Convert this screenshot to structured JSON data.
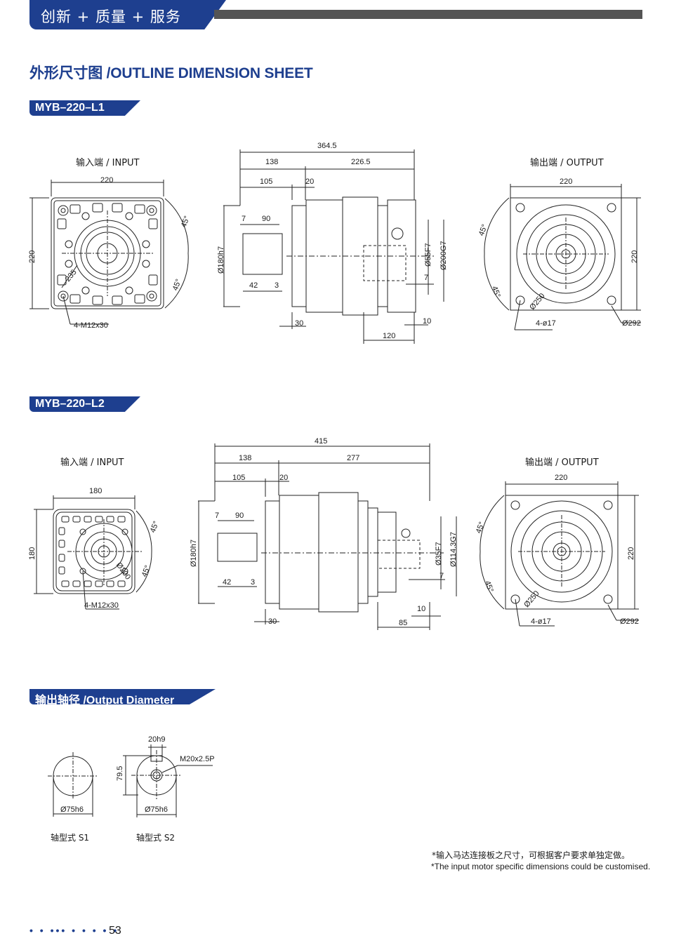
{
  "header": {
    "title": "创新 + 质量 + 服务"
  },
  "page_title": "外形尺寸图 /OUTLINE DIMENSION SHEET",
  "section_l1": {
    "tag": "MYB–220–L1",
    "input_label": "输入端 / INPUT",
    "output_label": "输出端 / OUTPUT",
    "input": {
      "width": "220",
      "height": "220",
      "pcd": "235",
      "angle_top": "45°",
      "angle_bottom": "45°",
      "holes": "4-M12x30"
    },
    "side": {
      "total": "364.5",
      "d138": "138",
      "d226": "226.5",
      "d105": "105",
      "d20": "20",
      "d7": "7",
      "d90": "90",
      "d42": "42",
      "d3": "3",
      "d30": "30",
      "d120": "120",
      "d10": "10",
      "d7b": "7",
      "phi180": "Ø180h7",
      "phi55": "Ø55F7",
      "phi200": "Ø200G7"
    },
    "output": {
      "width": "220",
      "height": "220",
      "angle_top": "45°",
      "angle_bottom": "45°",
      "pcd": "Ø250",
      "holes": "4-ø17",
      "phi292": "Ø292"
    }
  },
  "section_l2": {
    "tag": "MYB–220–L2",
    "input_label": "输入端 / INPUT",
    "output_label": "输出端 / OUTPUT",
    "input": {
      "width": "180",
      "height": "180",
      "pcd": "Ø200",
      "angle_top": "45°",
      "angle_bottom": "45°",
      "holes": "4-M12x30"
    },
    "side": {
      "total": "415",
      "d138": "138",
      "d277": "277",
      "d105": "105",
      "d20": "20",
      "d7": "7",
      "d90": "90",
      "d42": "42",
      "d3": "3",
      "d30": "30",
      "d85": "85",
      "d10": "10",
      "d7b": "7",
      "phi180": "Ø180h7",
      "phi35": "Ø35F7",
      "phi114": "Ø114.3G7"
    },
    "output": {
      "width": "220",
      "height": "220",
      "angle_top": "45°",
      "angle_bottom": "45°",
      "pcd": "Ø250",
      "holes": "4-ø17",
      "phi292": "Ø292"
    }
  },
  "section_shaft": {
    "tag": "输出轴径 /Output Diameter",
    "s1": {
      "dia": "Ø75h6",
      "label": "轴型式  S1"
    },
    "s2": {
      "dia": "Ø75h6",
      "key": "20h9",
      "height": "79.5",
      "thread": "M20x2.5P",
      "label": "轴型式  S2"
    }
  },
  "notes": {
    "cn": "*输入马达连接板之尺寸，可根据客户要求单独定做。",
    "en": "*The input motor specific dimensions could be customised."
  },
  "footer": {
    "dots": "• • ••• • • • • •",
    "page": "53"
  },
  "colors": {
    "brand": "#1e3f8f",
    "bar": "#545454"
  }
}
